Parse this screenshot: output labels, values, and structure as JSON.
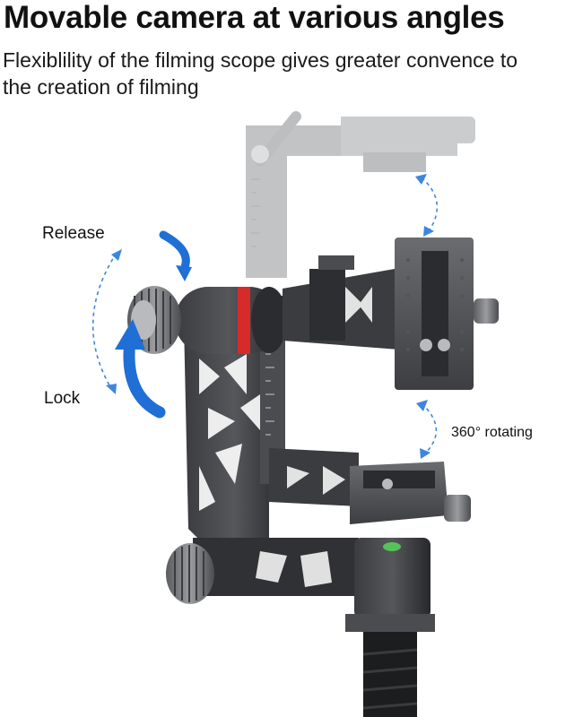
{
  "header": {
    "title": "Movable camera at various angles",
    "subtitle_line1": "Flexiblility of the filming scope gives greater convence to",
    "subtitle_line2": "the creation of filming"
  },
  "callouts": {
    "release": "Release",
    "lock": "Lock",
    "rotating": "360° rotating"
  },
  "colors": {
    "accent_blue": "#1f6fd6",
    "accent_red": "#d52b2b",
    "metal_dark": "#2f3134",
    "metal_light": "#a9abaf",
    "dashed_blue": "#3d86e0"
  },
  "icons": {
    "rotate_arrow_top": "curved-arrow-clockwise-icon",
    "rotate_arrow_bottom": "curved-arrow-up-icon"
  }
}
